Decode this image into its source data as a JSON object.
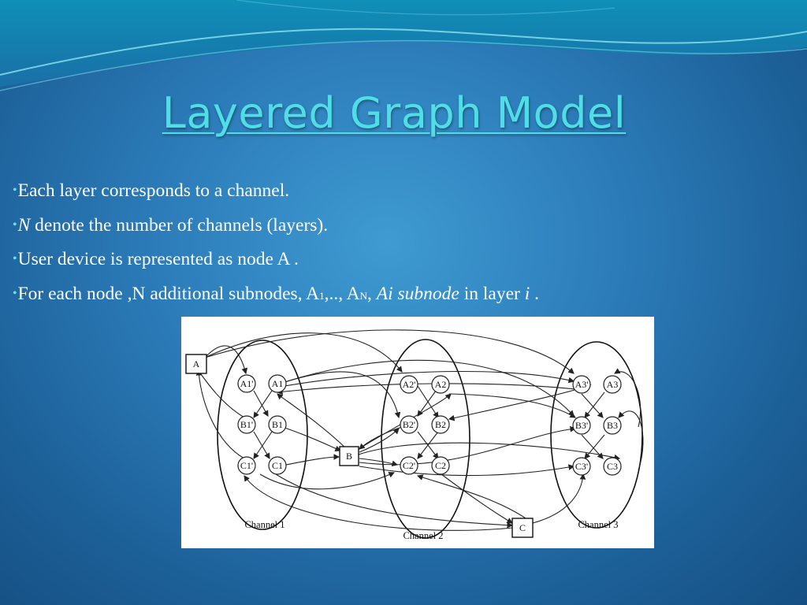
{
  "slide": {
    "title": "Layered Graph Model",
    "bullets": [
      {
        "parts": [
          "Each layer corresponds to a channel."
        ]
      },
      {
        "italic_prefix": "N",
        "text": " denote the number of channels (layers)."
      },
      {
        "text": "User device is represented as node A ."
      },
      {
        "text_a": "For each node ,N  additional subnodes, A",
        "sub1": "1",
        "text_b": ",.., A",
        "subN": "N",
        "text_c": ",  ",
        "ital1": "Ai  subnode",
        "text_d": " in layer ",
        "ital2": "i",
        "text_e": " ."
      }
    ]
  },
  "diagram": {
    "external_nodes": {
      "a": "A",
      "b": "B",
      "c": "C"
    },
    "channel_labels": {
      "ch1": "Channel 1",
      "ch2": "Channel 2",
      "ch3": "Channel 3"
    },
    "nodes": {
      "a1p": "A1'",
      "a1": "A1",
      "b1p": "B1'",
      "b1": "B1",
      "c1p": "C1'",
      "c1": "C1",
      "a2p": "A2'",
      "a2": "A2",
      "b2p": "B2'",
      "b2": "B2",
      "c2p": "C2'",
      "c2": "C2",
      "a3p": "A3'",
      "a3": "A3",
      "b3p": "B3'",
      "b3": "B3",
      "c3p": "C3'",
      "c3": "C3"
    }
  },
  "colors": {
    "title": "#4fdde6",
    "bullet_dot": "#6fe0ea",
    "text": "#ffffff"
  }
}
